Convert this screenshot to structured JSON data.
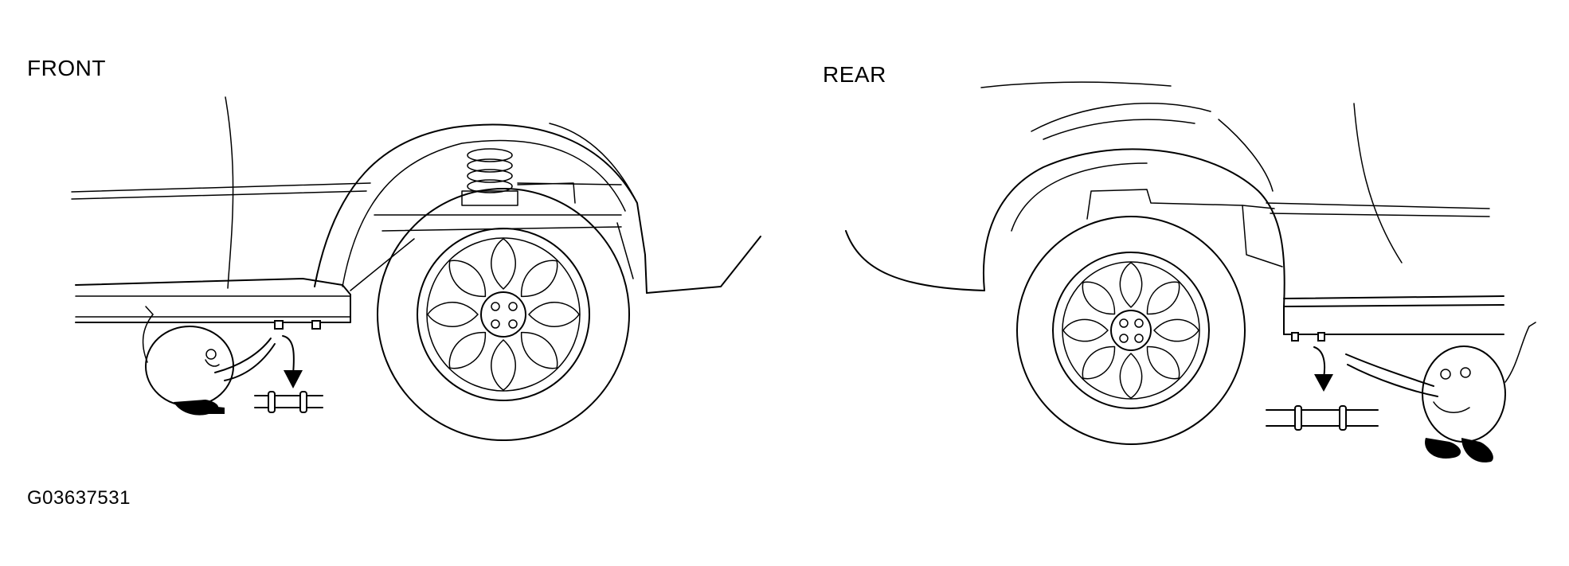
{
  "labels": {
    "front": "FRONT",
    "rear": "REAR",
    "figure_id": "G03637531"
  }
}
